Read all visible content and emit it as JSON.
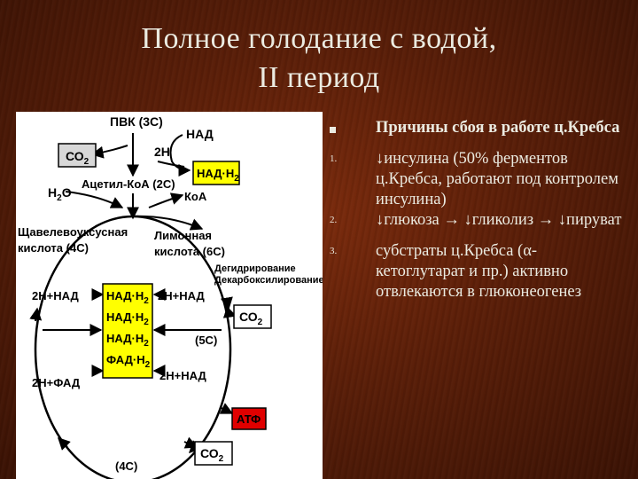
{
  "slide": {
    "title_line1": "Полное голодание с водой,",
    "title_line2": "II период"
  },
  "diagram": {
    "pvk": "ПВК (3С)",
    "nad_top": "НАД",
    "co2_top_prefix": "СО",
    "co2_sub": "2",
    "two_h": "2Н",
    "nadh_top_prefix": "НАД·Н",
    "h_sub": "2",
    "h2o_prefix": "Н",
    "h2o_suffix": "О",
    "acetyl": "Ацетил-КоА (2С)",
    "koa": "КоА",
    "oxaloacetate_line1": "Щавелевоуксусная",
    "oxaloacetate_line2": "кислота (4С)",
    "citric_line1": "Лимонная",
    "citric_line2": "кислота (6С)",
    "dehydro": "Дегидрирование",
    "decarb": "Декарбоксилирование",
    "twoh_nad_left": "2Н+НАД",
    "twoh_nad_right": "2Н+НАД",
    "nadh_box_prefix": "НАД·Н",
    "fadh_box_prefix": "ФАД·Н",
    "co2_mid_prefix": "СО",
    "five_c": "(5С)",
    "twoh_fad": "2Н+ФАД",
    "twoh_nad_low": "2Н+НАД",
    "atf": "АТФ",
    "co2_bottom_prefix": "СО",
    "four_c_bottom": "(4С)"
  },
  "list": {
    "bullet_symbol": "■",
    "heading": "Причины сбоя в работе ц.Кребса",
    "items": [
      {
        "marker": "1.",
        "text": "↓инсулина (50% ферментов ц.Кребса, работают под контролем инсулина)"
      },
      {
        "marker": "2.",
        "text": "↓глюкоза → ↓гликолиз → ↓пируват"
      },
      {
        "marker": "3.",
        "text": "субстраты ц.Кребса (α-кетоглутарат и пр.) активно отвлекаются в глюконеогенез"
      }
    ]
  },
  "colors": {
    "highlight_yellow": "#ffff00",
    "atf_red": "#e00000",
    "box_gray": "#d8d8d8",
    "text_light": "#ebebe1"
  }
}
